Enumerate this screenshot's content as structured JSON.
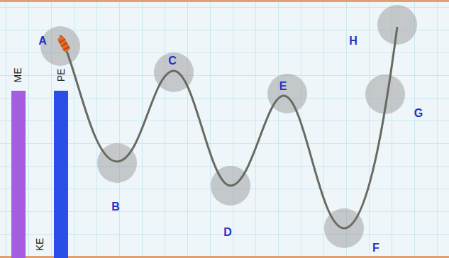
{
  "diagram": {
    "labels": [
      "A",
      "ME",
      "PE",
      "C",
      "E",
      "H",
      "B",
      "G",
      "D",
      "KE",
      "F"
    ]
  }
}
